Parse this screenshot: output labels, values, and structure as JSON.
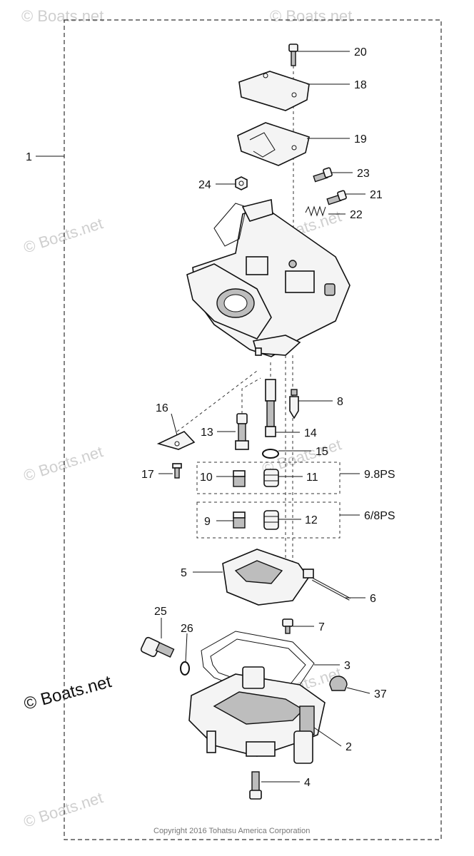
{
  "watermarks": [
    "© Boats.net",
    "© Boats.net",
    "© Boats.net",
    "© Boats.net",
    "© Boats.net",
    "© Boats.net",
    "© Boats.net",
    "© Boats.net"
  ],
  "brand_watermark": "© Boats.net",
  "copyright": "Copyright 2016 Tohatsu America Corporation",
  "callouts": {
    "p1": "1",
    "p2": "2",
    "p3": "3",
    "p4": "4",
    "p5": "5",
    "p6": "6",
    "p7": "7",
    "p8": "8",
    "p9": "9",
    "p10": "10",
    "p11": "11",
    "p12": "12",
    "p13": "13",
    "p14": "14",
    "p15": "15",
    "p16": "16",
    "p17": "17",
    "p18": "18",
    "p19": "19",
    "p20": "20",
    "p21": "21",
    "p22": "22",
    "p23": "23",
    "p24": "24",
    "p25": "25",
    "p26": "26",
    "p37": "37"
  },
  "groups": {
    "hp_high": "9.8PS",
    "hp_low": "6/8PS"
  },
  "colors": {
    "line": "#111111",
    "watermark": "#cfcfcf",
    "part_fill": "#f4f4f4",
    "shade": "#bdbdbd"
  }
}
